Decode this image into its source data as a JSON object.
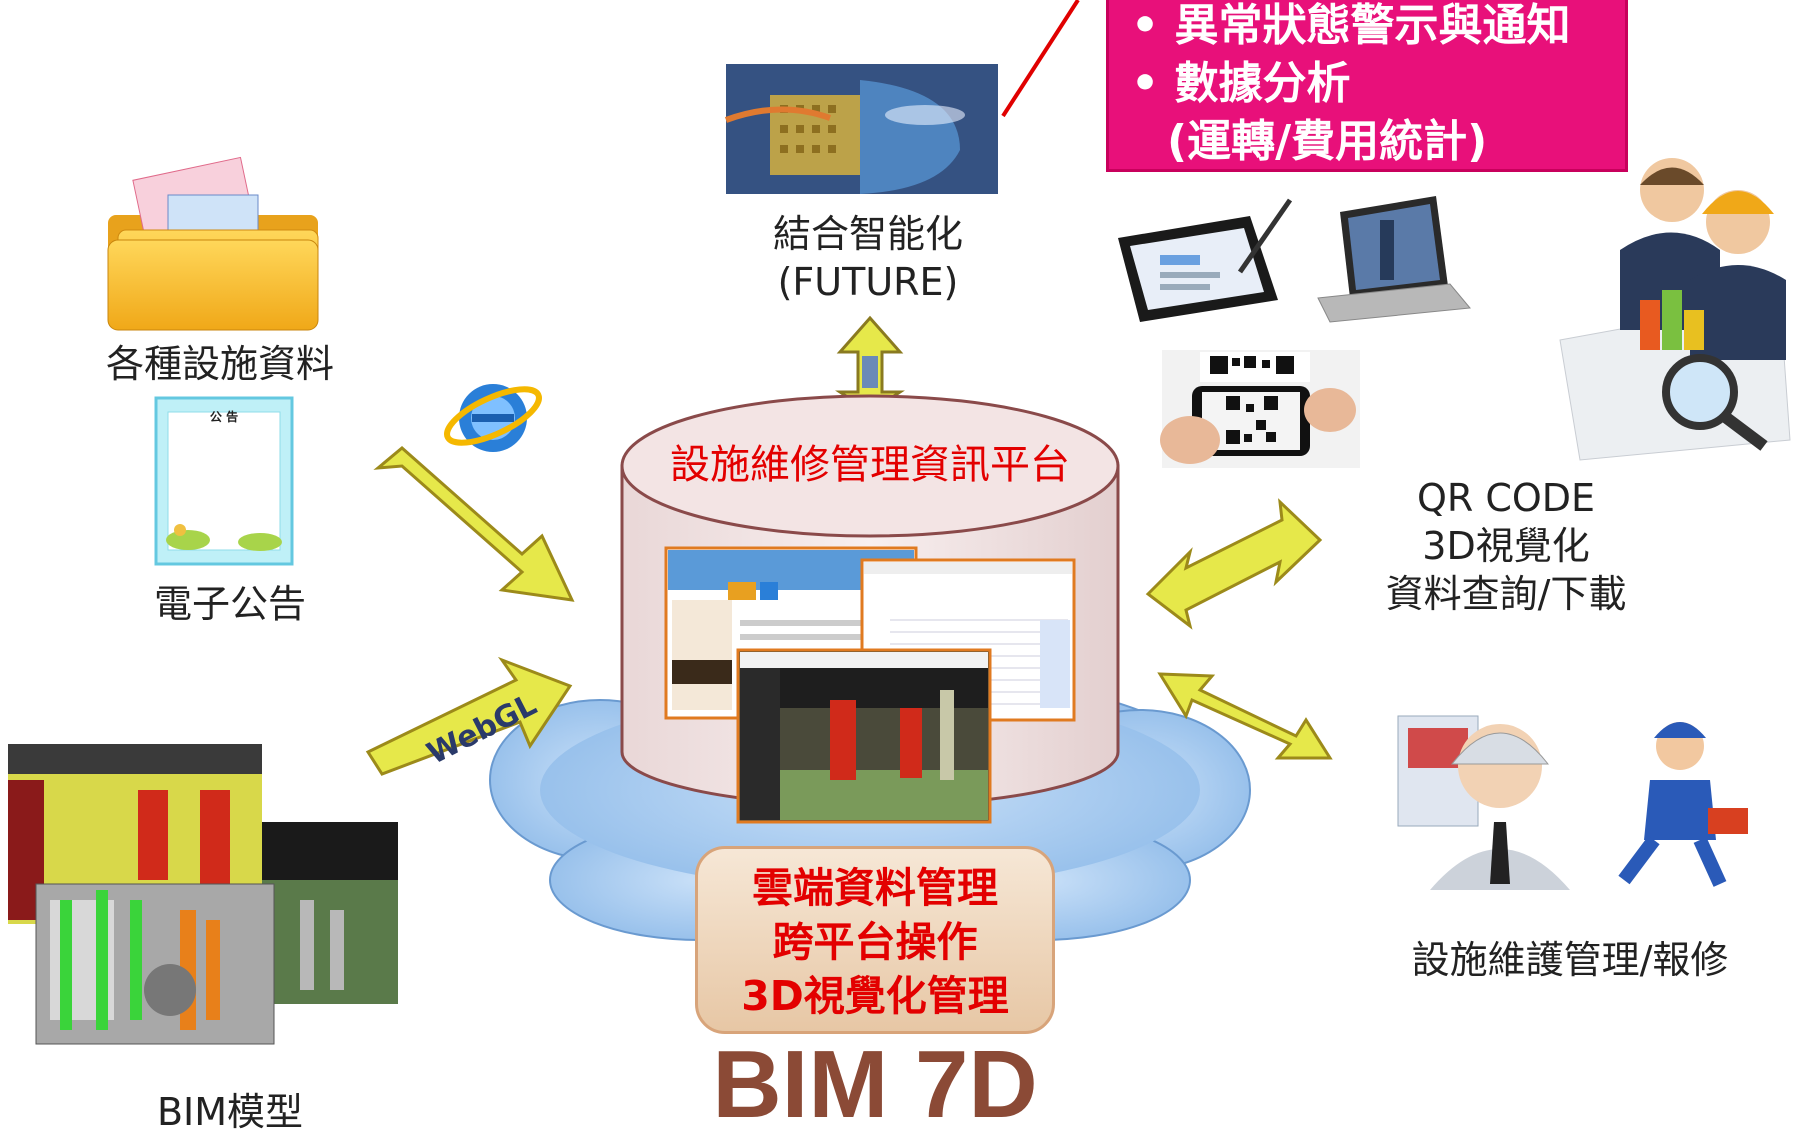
{
  "future_box": {
    "items": [
      "異常狀態警示與通知",
      "數據分析",
      "(運轉/費用統計)"
    ]
  },
  "labels": {
    "facility_data": "各種設施資料",
    "bulletin": "電子公告",
    "bim_model": "BIM模型",
    "smart_line1": "結合智能化",
    "smart_line2": "(FUTURE)",
    "qr_line1": "QR CODE",
    "qr_line2": "3D視覺化",
    "qr_line3": "資料查詢/下載",
    "maintenance": "設施維護管理/報修",
    "platform": "設施維修管理資訊平台",
    "webgl": "WebGL",
    "bulletin_doc_title": "公 告"
  },
  "cloud_box": {
    "line1": "雲端資料管理",
    "line2": "跨平台操作",
    "line3": "3D視覺化管理"
  },
  "footer_title": "BIM 7D",
  "colors": {
    "magenta": "#e8107a",
    "arrow_fill": "#e6e84a",
    "arrow_stroke": "#9c8a1a",
    "cylinder_fill": "#f2e6e6",
    "cylinder_stroke": "#8a4a4a",
    "platform_text": "#e30000",
    "cloud": "#9cc4ee",
    "bim7d": "#8b4a36"
  },
  "icons": [
    "folder-icon",
    "bulletin-board-icon",
    "ie-browser-icon",
    "ai-head-icon",
    "tablet-icon",
    "laptop-icon",
    "qr-phone-icon",
    "business-people-icon",
    "engineer-icon",
    "repairman-icon",
    "bim-model-image"
  ]
}
